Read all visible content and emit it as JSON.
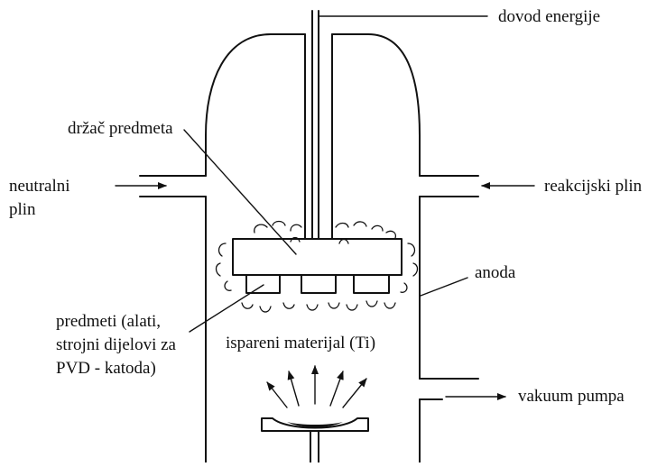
{
  "labels": {
    "power_supply": "dovod energije",
    "workpiece_holder": "držač predmeta",
    "neutral_gas_line1": "neutralni",
    "neutral_gas_line2": "plin",
    "reaction_gas": "reakcijski plin",
    "anode": "anoda",
    "workpieces_line1": "predmeti (alati,",
    "workpieces_line2": "strojni dijelovi za",
    "workpieces_line3": "PVD - katoda)",
    "evaporated_material": "ispareni materijal (Ti)",
    "vacuum_pump": "vakuum pumpa"
  },
  "colors": {
    "ink": "#111111",
    "background": "#ffffff"
  }
}
